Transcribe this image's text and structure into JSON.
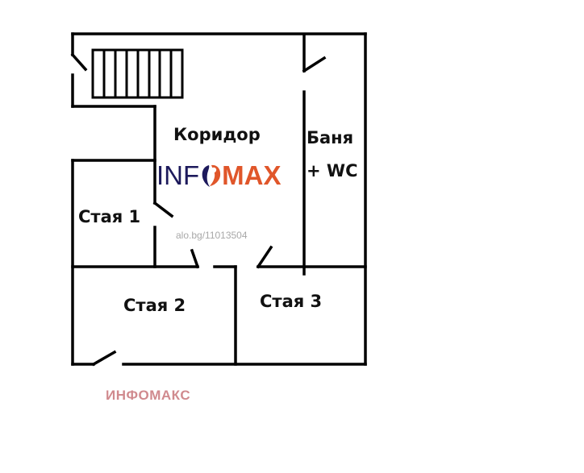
{
  "floor_plan": {
    "rooms": [
      {
        "id": "corridor",
        "label": "Коридор"
      },
      {
        "id": "bathroom",
        "label_line1": "Баня",
        "label_line2": "+ WC"
      },
      {
        "id": "room1",
        "label": "Стая 1"
      },
      {
        "id": "room2",
        "label": "Стая 2"
      },
      {
        "id": "room3",
        "label": "Стая 3"
      }
    ],
    "features": [
      "staircase",
      "entrance-door",
      "bathroom-door",
      "room1-door",
      "room2-door",
      "room3-door",
      "room2-exterior-door"
    ]
  },
  "watermark": {
    "logo_left": "INF",
    "logo_right": "MAX",
    "logo_dark_color": "#1d1a5c",
    "logo_accent_color": "#e0562a",
    "listing_ref": "alo.bg/11013504",
    "brand_text": "ИНФОМАКС",
    "brand_text_color": "#d08a8e"
  }
}
